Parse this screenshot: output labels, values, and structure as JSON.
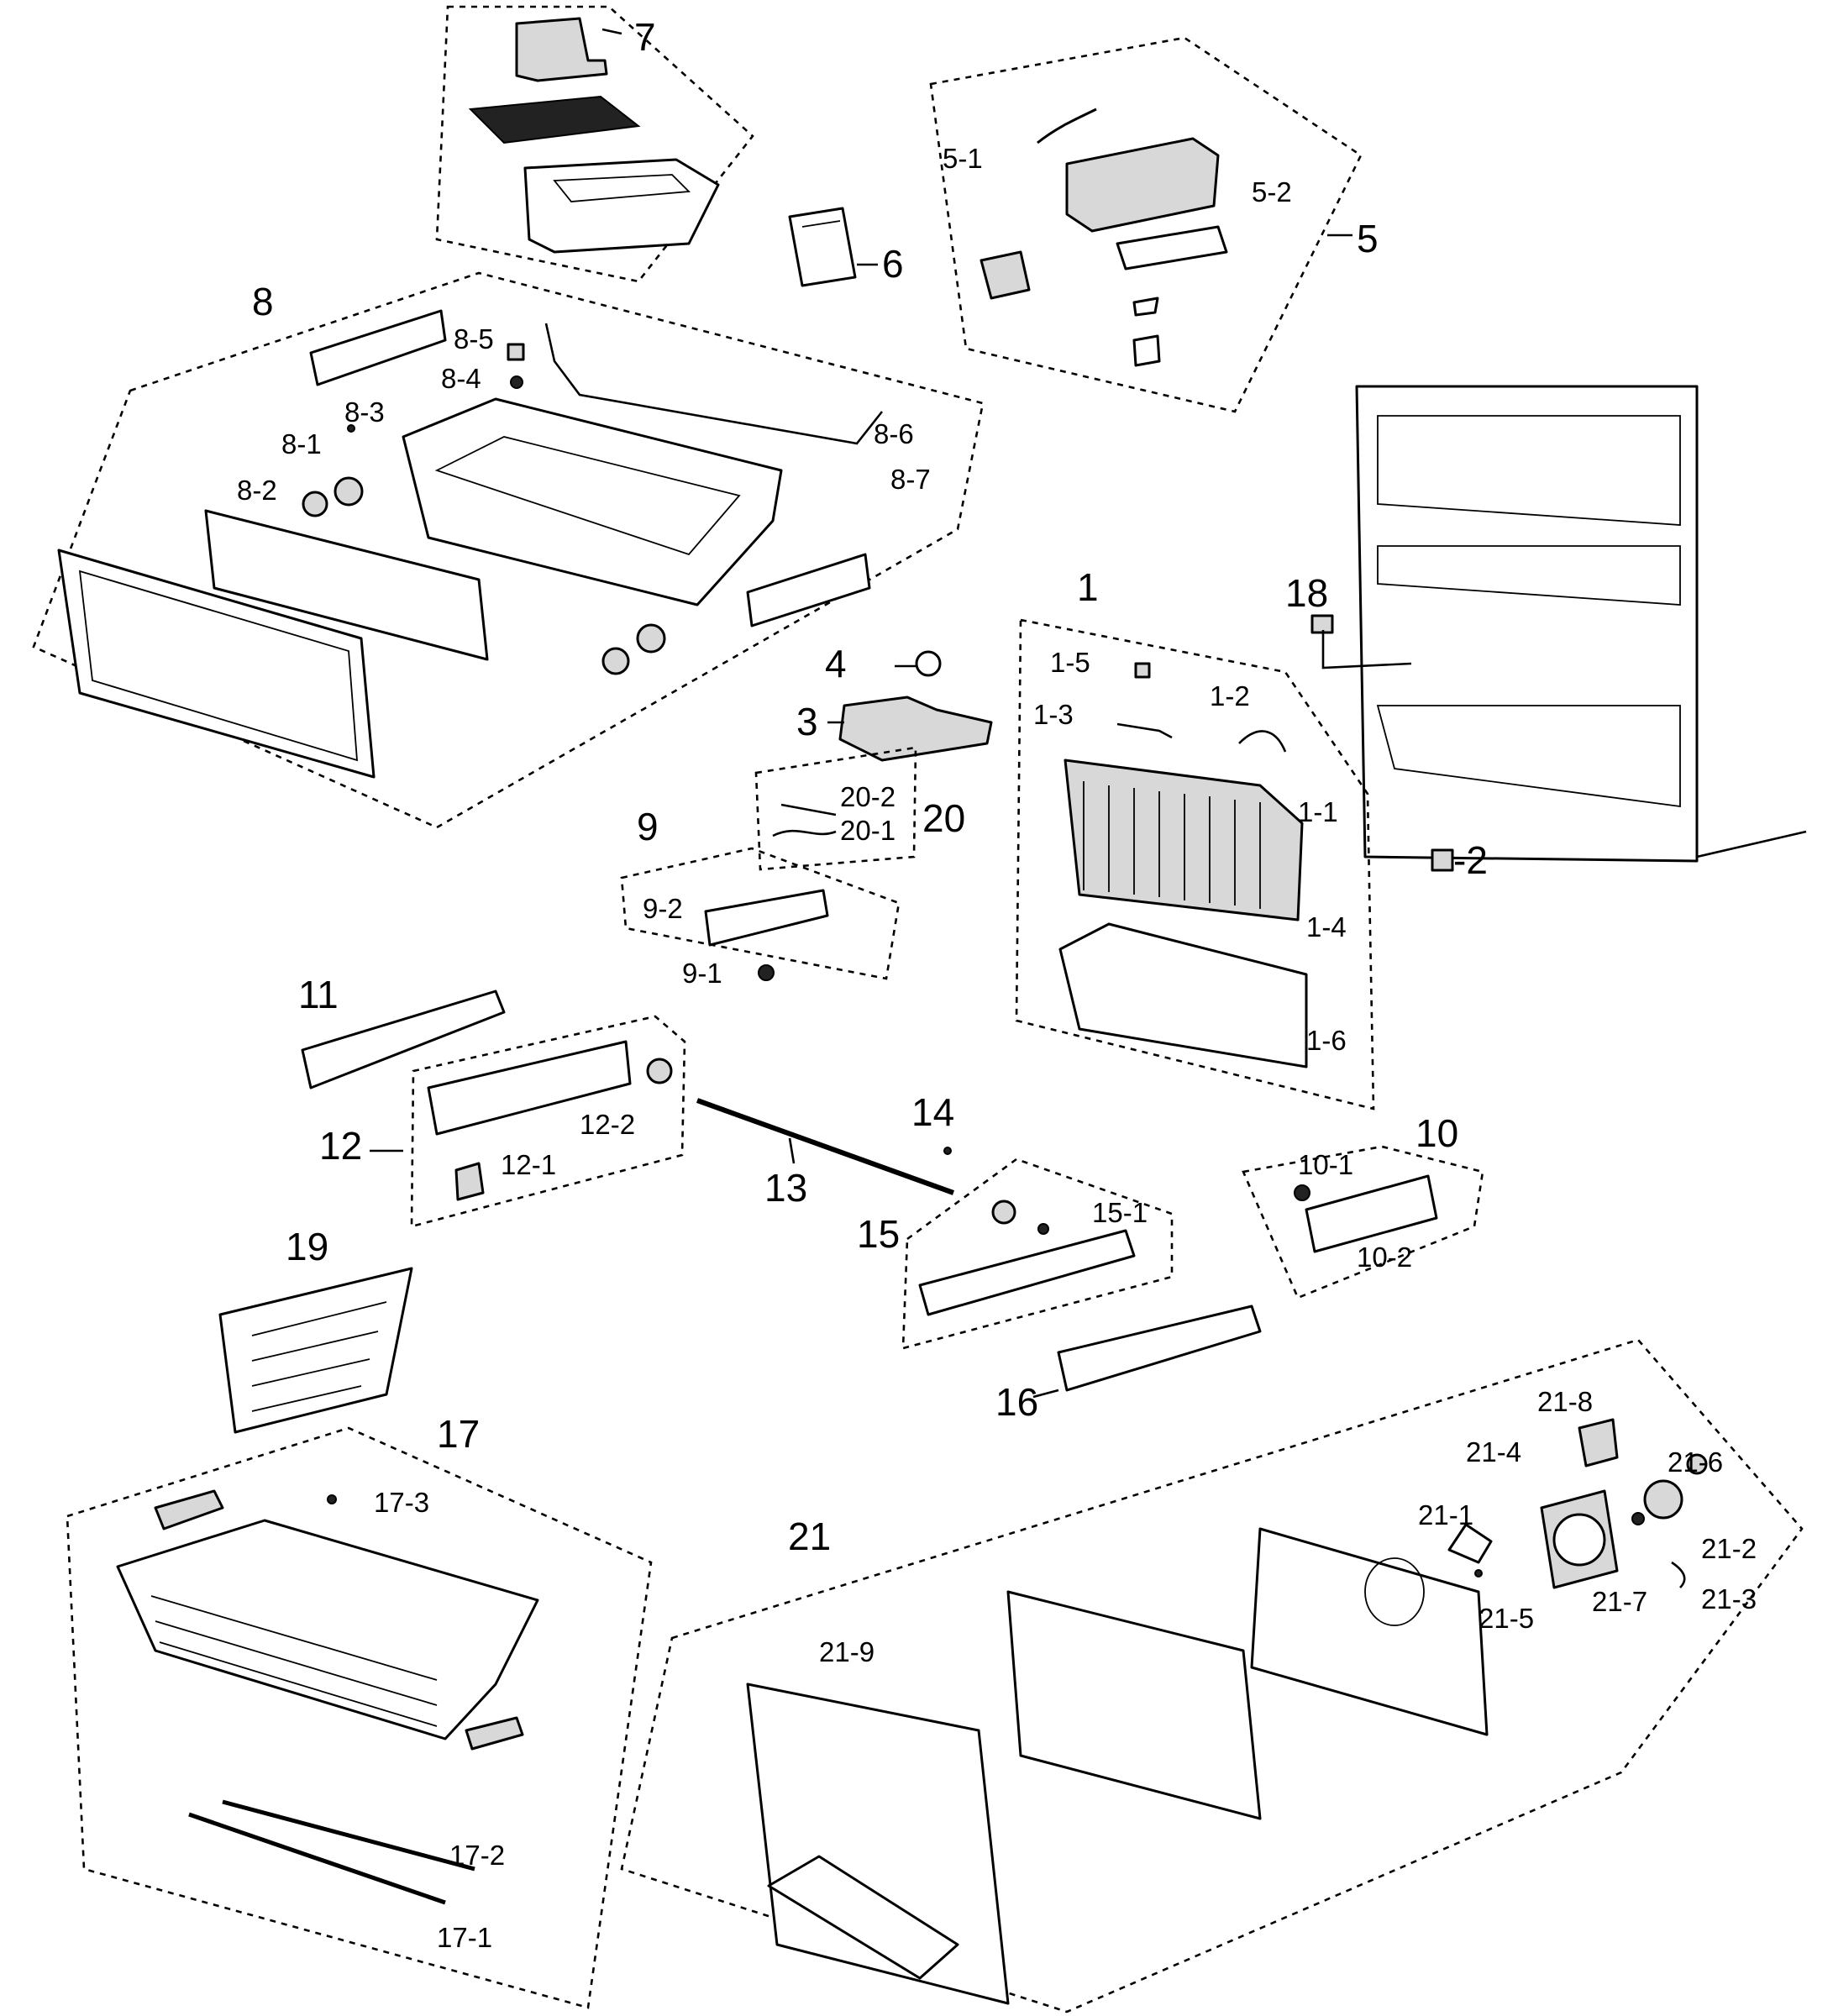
{
  "diagram": {
    "callouts": [
      {
        "id": "c7",
        "text": "7"
      },
      {
        "id": "c6",
        "text": "6"
      },
      {
        "id": "c5",
        "text": "5"
      },
      {
        "id": "c5-1",
        "text": "5-1"
      },
      {
        "id": "c5-2",
        "text": "5-2"
      },
      {
        "id": "c8",
        "text": "8"
      },
      {
        "id": "c8-1",
        "text": "8-1"
      },
      {
        "id": "c8-2",
        "text": "8-2"
      },
      {
        "id": "c8-3",
        "text": "8-3"
      },
      {
        "id": "c8-4",
        "text": "8-4"
      },
      {
        "id": "c8-5",
        "text": "8-5"
      },
      {
        "id": "c8-6",
        "text": "8-6"
      },
      {
        "id": "c8-7",
        "text": "8-7"
      },
      {
        "id": "c18",
        "text": "18"
      },
      {
        "id": "c-2",
        "text": "-2"
      },
      {
        "id": "c1",
        "text": "1"
      },
      {
        "id": "c1-1",
        "text": "1-1"
      },
      {
        "id": "c1-2",
        "text": "1-2"
      },
      {
        "id": "c1-3",
        "text": "1-3"
      },
      {
        "id": "c1-4",
        "text": "1-4"
      },
      {
        "id": "c1-5",
        "text": "1-5"
      },
      {
        "id": "c1-6",
        "text": "1-6"
      },
      {
        "id": "c4",
        "text": "4"
      },
      {
        "id": "c3",
        "text": "3"
      },
      {
        "id": "c20",
        "text": "20"
      },
      {
        "id": "c20-1",
        "text": "20-1"
      },
      {
        "id": "c20-2",
        "text": "20-2"
      },
      {
        "id": "c9",
        "text": "9"
      },
      {
        "id": "c9-1",
        "text": "9-1"
      },
      {
        "id": "c9-2",
        "text": "9-2"
      },
      {
        "id": "c11",
        "text": "11"
      },
      {
        "id": "c12",
        "text": "12"
      },
      {
        "id": "c12-1",
        "text": "12-1"
      },
      {
        "id": "c12-2",
        "text": "12-2"
      },
      {
        "id": "c13",
        "text": "13"
      },
      {
        "id": "c14",
        "text": "14"
      },
      {
        "id": "c15",
        "text": "15"
      },
      {
        "id": "c15-1",
        "text": "15-1"
      },
      {
        "id": "c16",
        "text": "16"
      },
      {
        "id": "c10",
        "text": "10"
      },
      {
        "id": "c10-1",
        "text": "10-1"
      },
      {
        "id": "c10-2",
        "text": "10-2"
      },
      {
        "id": "c19",
        "text": "19"
      },
      {
        "id": "c17",
        "text": "17"
      },
      {
        "id": "c17-1",
        "text": "17-1"
      },
      {
        "id": "c17-2",
        "text": "17-2"
      },
      {
        "id": "c17-3",
        "text": "17-3"
      },
      {
        "id": "c21",
        "text": "21"
      },
      {
        "id": "c21-1",
        "text": "21-1"
      },
      {
        "id": "c21-2",
        "text": "21-2"
      },
      {
        "id": "c21-3",
        "text": "21-3"
      },
      {
        "id": "c21-4",
        "text": "21-4"
      },
      {
        "id": "c21-5",
        "text": "21-5"
      },
      {
        "id": "c21-6",
        "text": "21-6"
      },
      {
        "id": "c21-7",
        "text": "21-7"
      },
      {
        "id": "c21-8",
        "text": "21-8"
      },
      {
        "id": "c21-9",
        "text": "21-9"
      }
    ]
  }
}
